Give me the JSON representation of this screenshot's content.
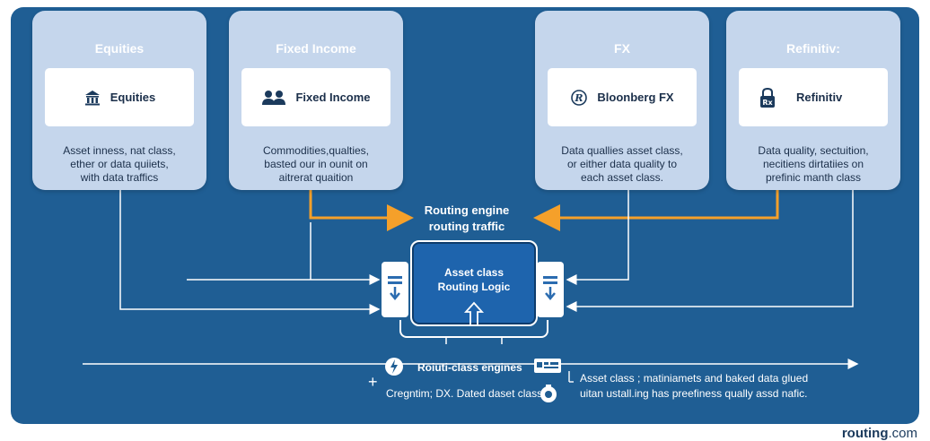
{
  "cards": [
    {
      "title": "Equities",
      "inner_label": "Equities",
      "icon": "bank-icon",
      "desc": [
        "Asset inness, nat class,",
        "ether or data quiiets,",
        "with data traffics"
      ]
    },
    {
      "title": "Fixed Income",
      "inner_label": "Fixed Income",
      "icon": "people-icon",
      "desc": [
        "Commodities,qualties,",
        "basted our in ounit on",
        "aitrerat quaition"
      ]
    },
    {
      "title": "FX",
      "inner_label": "Bloonberg FX",
      "icon": "registered-icon",
      "desc": [
        "Data quallies asset class,",
        "or either data quality to",
        "each asset class."
      ]
    },
    {
      "title": "Refinitiv:",
      "inner_label": "Refinitiv",
      "icon": "lock-rx-icon",
      "desc": [
        "Data quality, sectuition,",
        "necitiens dirtatiies on",
        "prefinic manth class"
      ]
    }
  ],
  "routing_label": [
    "Routing engine",
    "routing traffic"
  ],
  "engine": {
    "title_line1": "Asset class",
    "title_line2": "Routing Logic"
  },
  "footer": {
    "engines_label": "Roiuti-class engines",
    "plus": "+",
    "sub_label": "Cregntim; DX. Dated daset class",
    "right_line1": "Asset class ; matiniamets and baked data glued",
    "right_line2": "uitan ustall.ing has preefiness qually assd nafic."
  },
  "brand": {
    "bold": "routing",
    "rest": ".com"
  },
  "colors": {
    "background": "#1f5e94",
    "card": "#c5d6ec",
    "accent": "#f5a02a",
    "engine": "#1e64ad"
  }
}
